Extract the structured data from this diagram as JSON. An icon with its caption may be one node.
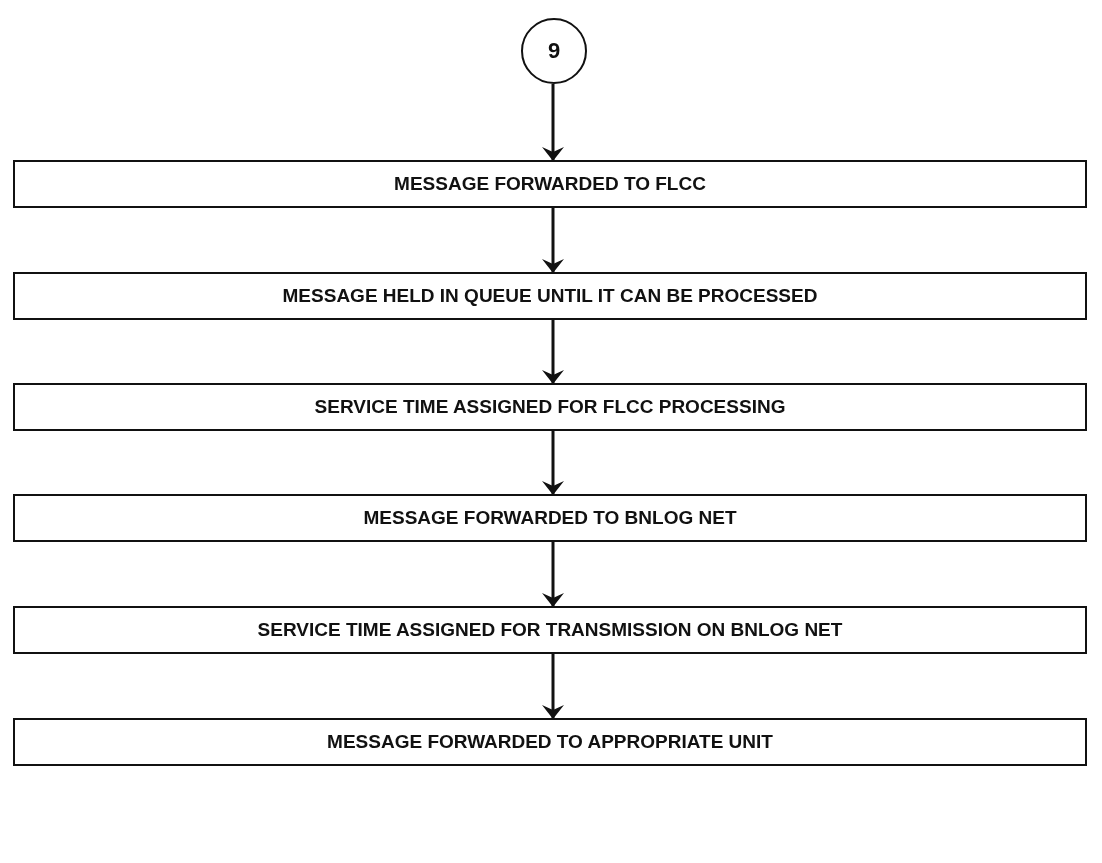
{
  "diagram": {
    "nodes": [
      {
        "text": [
          "9"
        ]
      },
      {
        "text": [
          "MESSAGE FORWARDED TO FLCC"
        ]
      },
      {
        "text": [
          "MESSAGE HELD IN QUEUE UNTIL IT CAN BE PROCESSED"
        ]
      },
      {
        "text": [
          "SERVICE TIME ASSIGNED FOR FLCC PROCESSING"
        ]
      },
      {
        "text": [
          "MESSAGE FORWARDED TO BNLOG NET"
        ]
      },
      {
        "text": [
          "SERVICE TIME ASSIGNED FOR TRANSMISSION ON BNLOG NET"
        ]
      },
      {
        "text": [
          "MESSAGE FORWARDED TO APPROPRIATE UNIT"
        ]
      }
    ],
    "edges": [
      {
        "from": 0,
        "to": 1,
        "arrow": "to"
      },
      {
        "from": 1,
        "to": 2,
        "arrow": "to"
      },
      {
        "from": 2,
        "to": 3,
        "arrow": "to"
      },
      {
        "from": 3,
        "to": 4,
        "arrow": "to"
      },
      {
        "from": 4,
        "to": 5,
        "arrow": "to"
      },
      {
        "from": 5,
        "to": 6,
        "arrow": "to"
      }
    ]
  }
}
